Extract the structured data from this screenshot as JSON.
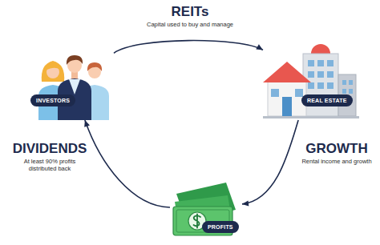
{
  "diagram": {
    "nodes": [
      {
        "text": [
          "INVESTORS"
        ]
      },
      {
        "text": [
          "REAL ESTATE"
        ]
      },
      {
        "text": [
          "PROFITS"
        ]
      }
    ],
    "edges": [
      {
        "from": 0,
        "to": 1,
        "arrow": "to",
        "label": "REITs"
      },
      {
        "from": 1,
        "to": 2,
        "arrow": "to",
        "label": "GROWTH"
      },
      {
        "from": 2,
        "to": 0,
        "arrow": "to",
        "label": "DIVIDENDS"
      }
    ],
    "labels": [
      "Capital used to buy and manage",
      "Rental income and growth",
      "At least 90% profits distributed back"
    ]
  }
}
